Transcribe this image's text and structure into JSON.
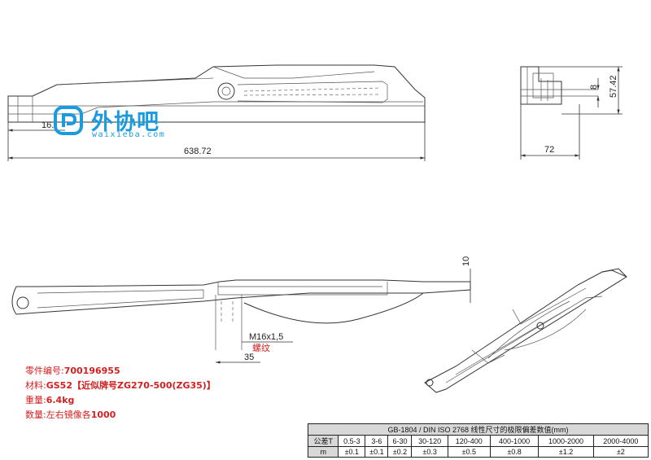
{
  "dimensions": {
    "overall_length": "638.72",
    "height": "57.42",
    "thickness": "8",
    "end_width": "72",
    "partial_left": "16.",
    "plate": "10",
    "thread_size": "M16x1,5",
    "thread_label": "螺纹",
    "thread_depth": "35"
  },
  "logo": {
    "name": "外协吧",
    "domain": "waixieba.com",
    "color": "#1a9be0"
  },
  "part_info": {
    "part_no_label": "零件编号:",
    "part_no": "700196955",
    "material_label": "材料:",
    "material": "GS52【近似牌号ZG270-500(ZG35)】",
    "weight_label": "重量:",
    "weight": "6.4kg",
    "qty_label": "数量:",
    "qty_prefix": "左右镜像各",
    "qty": "1000"
  },
  "tolerance_table": {
    "title": "GB-1804 / DIN ISO 2768 线性尺寸的极限偏差数值(mm)",
    "row1_label": "公差T",
    "row2_label": "m",
    "ranges": [
      "0.5-3",
      "3-6",
      "6-30",
      "30-120",
      "120-400",
      "400-1000",
      "1000-2000",
      "2000-4000"
    ],
    "values": [
      "±0.1",
      "±0.1",
      "±0.2",
      "±0.3",
      "±0.5",
      "±0.8",
      "±1.2",
      "±2"
    ]
  },
  "colors": {
    "text_red": "#d42020",
    "line": "#333333",
    "table_header": "#d8d8d8"
  }
}
